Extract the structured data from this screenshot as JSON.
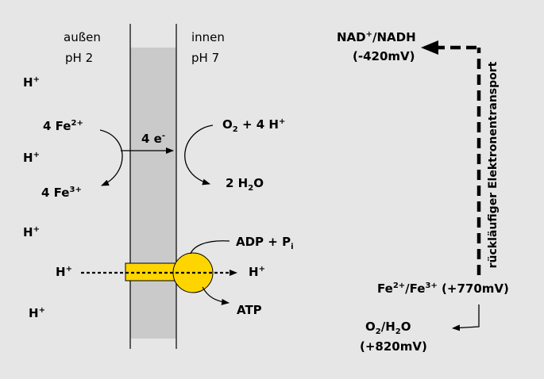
{
  "colors": {
    "background": "#e6e6e6",
    "membrane": "#cacaca",
    "atpase": "#ffd500"
  },
  "sides": {
    "outside": {
      "name": "außen",
      "ph": "pH 2"
    },
    "inside": {
      "name": "innen",
      "ph": "pH 7"
    }
  },
  "protons": {
    "label": "H",
    "charge": "+"
  },
  "reactions": {
    "fe2": {
      "coef": "4 Fe",
      "charge": "2+"
    },
    "fe3": {
      "coef": "4 Fe",
      "charge": "3+"
    },
    "electrons": {
      "text": "4 e",
      "charge": "-"
    },
    "o2": {
      "a": "O",
      "sub": "2",
      "b": " + 4 H",
      "charge": "+"
    },
    "water": {
      "a": "2 H",
      "sub": "2",
      "b": "O"
    },
    "adp": {
      "text": "ADP + P",
      "sub": "i"
    },
    "atp": "ATP"
  },
  "redox": {
    "nad": {
      "a": "NAD",
      "charge": "+",
      "b": "/NADH",
      "potential": "(-420mV)"
    },
    "fe": {
      "a": "Fe",
      "c1": "2+",
      "b": "/Fe",
      "c2": "3+",
      "potential": " (+770mV)"
    },
    "o2": {
      "a": "O",
      "sub": "2",
      "b": "/H",
      "sub2": "2",
      "c": "O",
      "potential": "(+820mV)"
    },
    "transport": "rückläufiger Elektronentransport"
  }
}
